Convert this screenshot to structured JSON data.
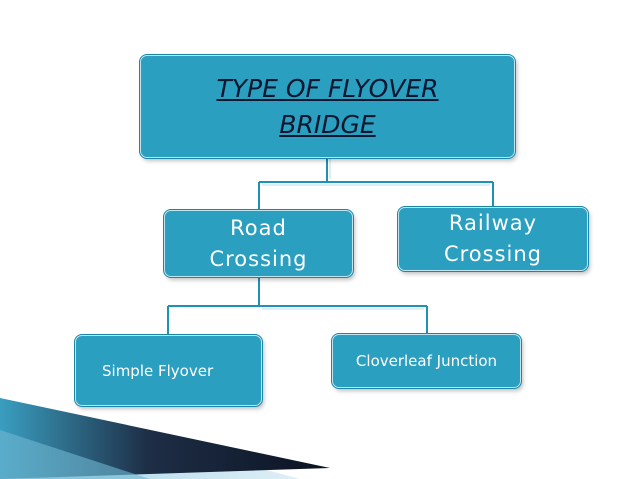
{
  "diagram": {
    "root": {
      "lines": [
        "TYPE OF  FLYOVER",
        "BRIDGE"
      ]
    },
    "road_crossing": {
      "lines": [
        "Road",
        "Crossing"
      ]
    },
    "railway_crossing": {
      "lines": [
        "Railway",
        "Crossing"
      ]
    },
    "simple_flyover": {
      "label": "Simple Flyover"
    },
    "cloverleaf_junction": {
      "label": "Cloverleaf Junction"
    }
  },
  "colors": {
    "node_fill": "#2a9fbf",
    "node_border": "#1c86a6",
    "root_text": "#0b1730",
    "node_text": "#ffffff",
    "connector": "#1f92b3"
  }
}
